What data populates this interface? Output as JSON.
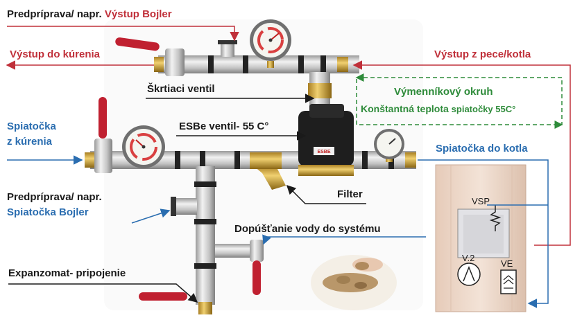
{
  "labels": {
    "top_prefix": "Predpríprava/ napr.",
    "top_highlight": "Výstup Bojler",
    "out_heating": "Výstup do kúrenia",
    "out_stove": "Výstup z pece/kotla",
    "throttle": "Škrtiaci ventil",
    "exchanger_title": "Výmenníkový okruh",
    "exchanger_sub_a": "Konštantná teplota",
    "exchanger_sub_b": "spiatočky 55C°",
    "return_heating_1": "Spiatočka",
    "return_heating_2": "z kúrenia",
    "esbe": "ESBe ventil- 55 C°",
    "return_boiler": "Spiatočka do kotla",
    "filter": "Filter",
    "prep2_prefix": "Predpríprava/ napr.",
    "prep2_highlight": "Spiatočka Bojler",
    "fill": "Dopúšťanie vody do systému",
    "expansion": "Expanzomat- pripojenie"
  },
  "boiler_diagram": {
    "vsp": "VSP",
    "v2": "V.2",
    "ve": "VE"
  },
  "colors": {
    "red": "#c0303a",
    "blue": "#2a6db0",
    "green": "#2e8b3a",
    "dark": "#1a1a1a"
  }
}
